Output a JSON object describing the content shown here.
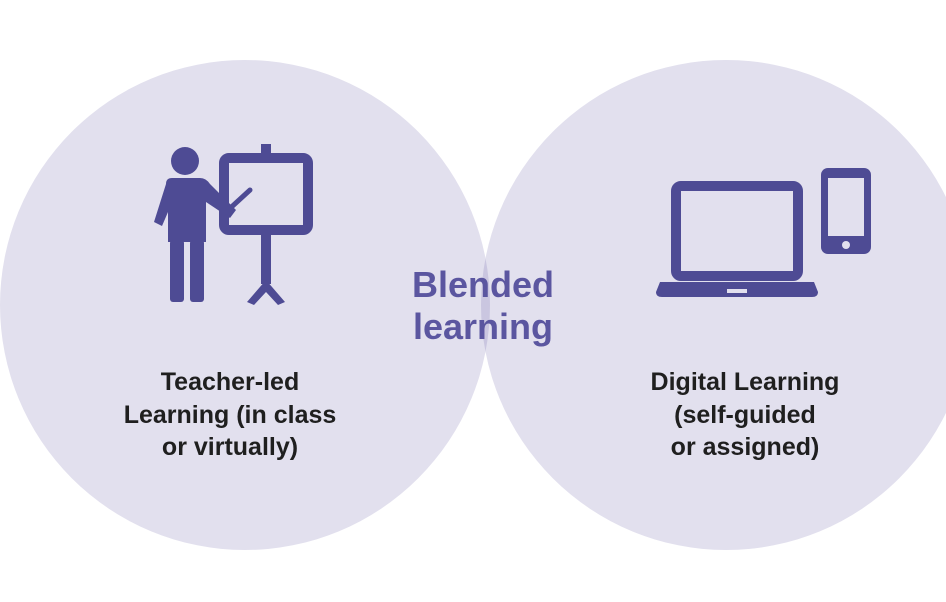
{
  "colors": {
    "circle_fill": "#e2e0ee",
    "overlap_fill": "#cac6e0",
    "icon": "#4e4b94",
    "center_text": "#5b56a0",
    "side_text": "#1f1f1f",
    "background": "#ffffff"
  },
  "left": {
    "label": "Teacher-led\nLearning (in class\nor virtually)",
    "icon": "teacher-whiteboard-icon"
  },
  "center": {
    "label": "Blended\nlearning"
  },
  "right": {
    "label": "Digital Learning\n(self-guided\nor assigned)",
    "icon": "laptop-and-phone-icon"
  }
}
